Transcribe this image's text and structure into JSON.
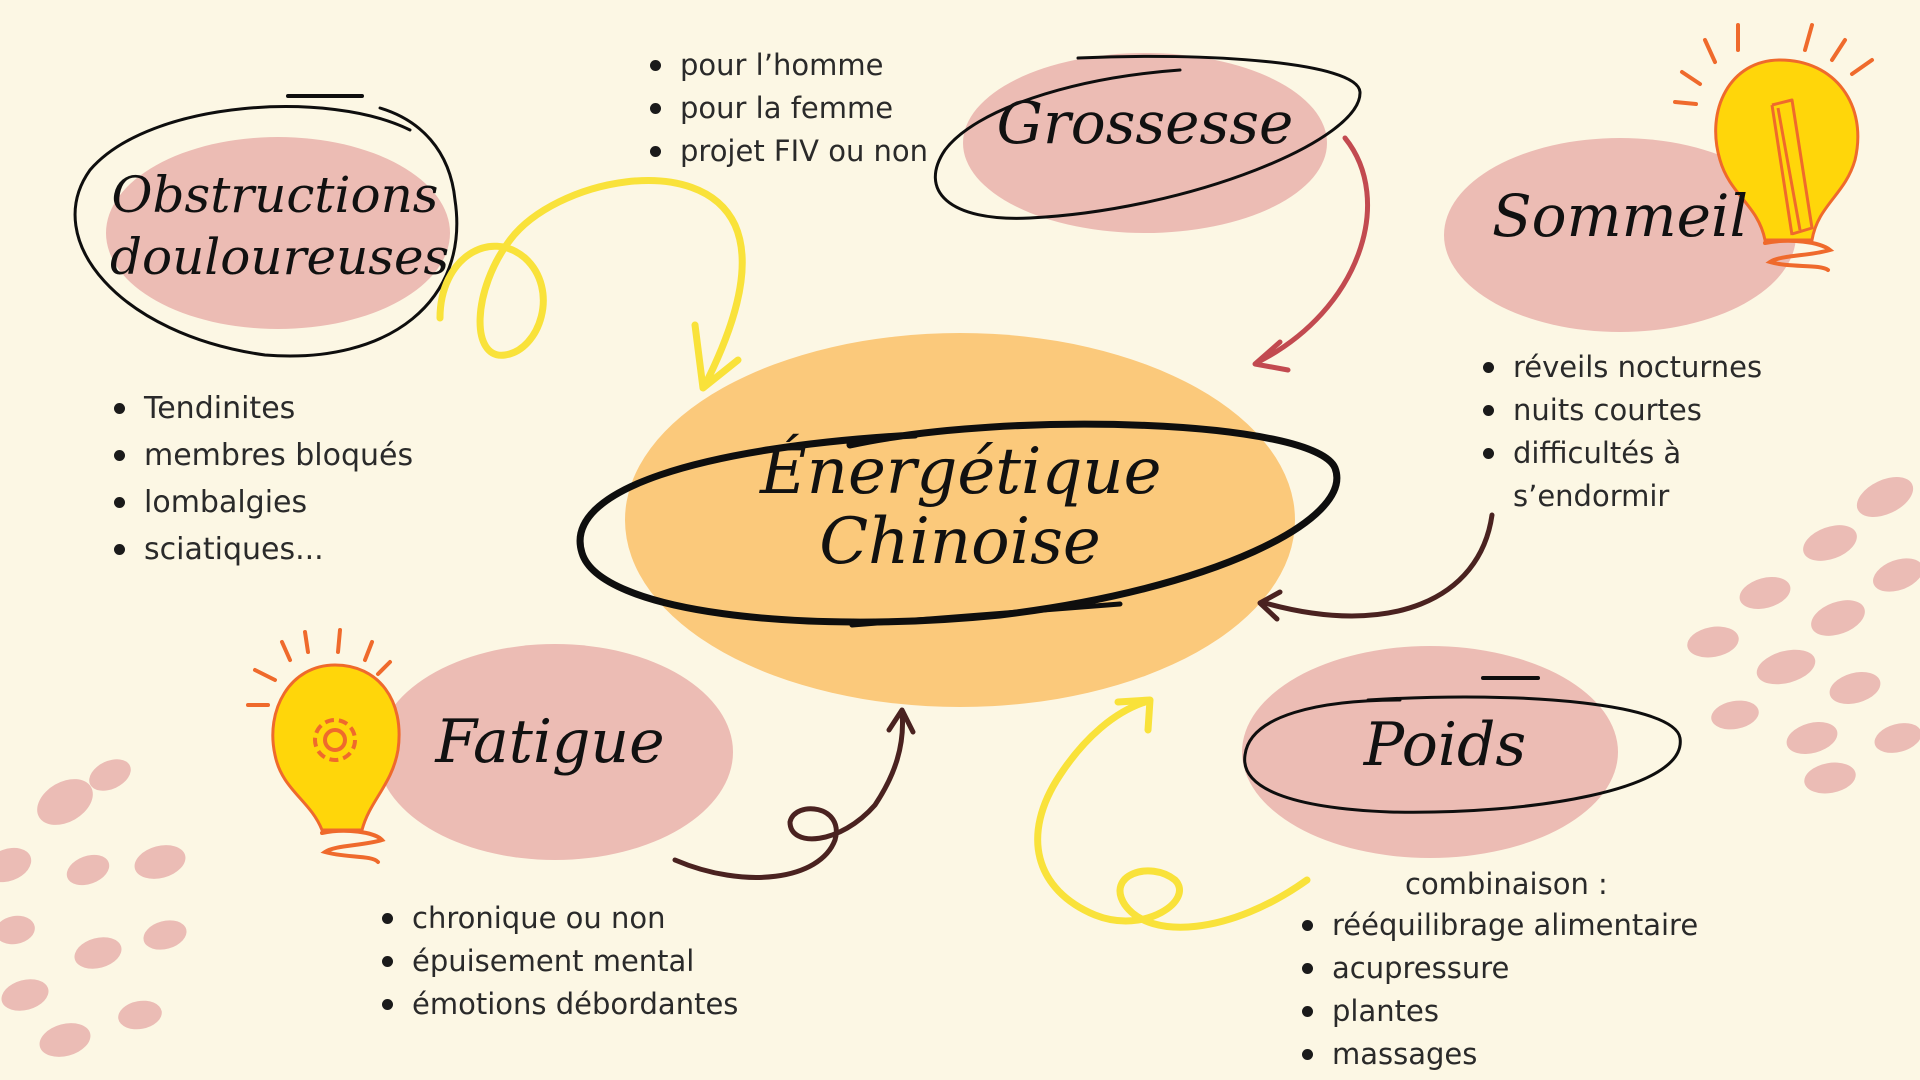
{
  "center": {
    "line1": "Énergétique",
    "line2": "Chinoise"
  },
  "obstructions": {
    "title_line1": "Obstructions",
    "title_line2": "douloureuses",
    "items": [
      "Tendinites",
      "membres bloqués",
      "lombalgies",
      "sciatiques..."
    ]
  },
  "grossesse": {
    "title": "Grossesse",
    "items": [
      "pour l’homme",
      "pour la femme",
      "projet FIV ou non"
    ]
  },
  "sommeil": {
    "title": "Sommeil",
    "items": [
      "réveils nocturnes",
      "nuits courtes",
      "difficultés à",
      "s’endormir"
    ]
  },
  "fatigue": {
    "title": "Fatigue",
    "items": [
      "chronique ou non",
      "épuisement mental",
      "émotions débordantes"
    ]
  },
  "poids": {
    "title": "Poids",
    "intro": "combinaison :",
    "items": [
      "rééquilibrage alimentaire",
      "acupressure",
      "plantes",
      "massages"
    ]
  },
  "colors": {
    "background": "#fcf7e4",
    "center_blob": "#fbc97b",
    "topic_blob": "#ecbcb4",
    "yellow_arrow": "#f9e23a",
    "red_arrow": "#c24a50",
    "brown_arrow": "#4a2220",
    "bulb": "#ffd60a",
    "bulb_accent": "#ef6a2c"
  },
  "icons": [
    "lightbulb-pencil-icon",
    "lightbulb-gear-icon"
  ]
}
